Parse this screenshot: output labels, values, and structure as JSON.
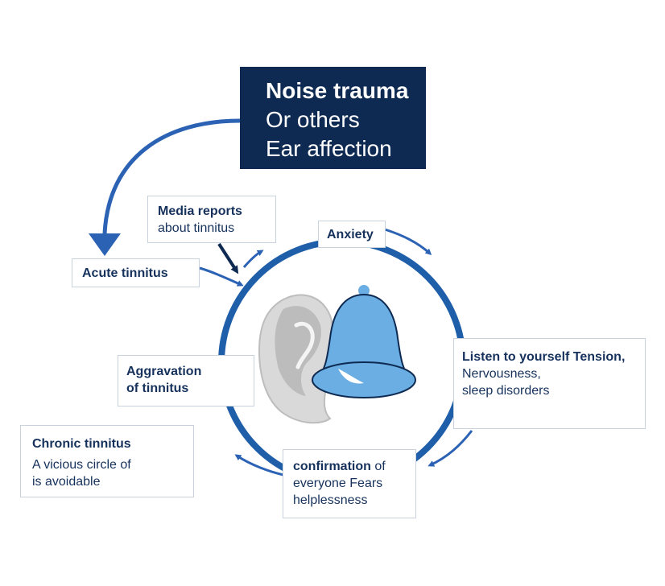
{
  "colors": {
    "dark_navy": "#0e2a52",
    "ring_blue": "#1f5ea8",
    "arrow_blue": "#2c62b4",
    "bell_blue": "#6aaee3",
    "ear_gray": "#d9d9d9",
    "text_navy": "#16325c"
  },
  "trigger": {
    "line1": "Noise trauma",
    "line2": "Or others",
    "line3": "Ear affection"
  },
  "nodes": {
    "media": {
      "bold": "Media reports",
      "text": "about tinnitus"
    },
    "acute": {
      "bold": "Acute tinnitus"
    },
    "anxiety": {
      "bold": "Anxiety"
    },
    "listen": {
      "bold": "Listen to yourself Tension,",
      "text1": "Nervousness,",
      "text2": "sleep disorders"
    },
    "aggravation": {
      "bold1": "Aggravation",
      "bold2": "of tinnitus"
    },
    "confirmation": {
      "bold": "confirmation",
      "text1": " of",
      "text2": "everyone Fears",
      "text3": "helplessness"
    },
    "chronic": {
      "bold": "Chronic tinnitus",
      "text1": "A vicious circle of",
      "text2": "is avoidable"
    }
  },
  "icons": [
    "ear-icon",
    "bell-icon"
  ]
}
